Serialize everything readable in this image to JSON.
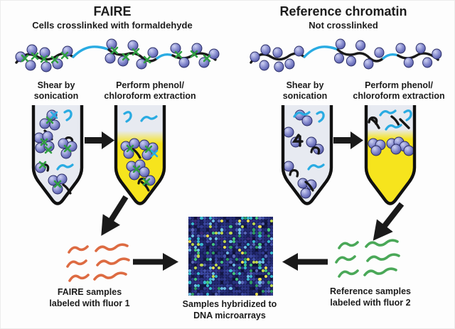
{
  "colors": {
    "fluor1": "#dd6b42",
    "fluor2": "#4aa858",
    "phenol": "#f6e41d",
    "dna_open": "#29abe2",
    "crosslink": "#2f9e41",
    "backbone": "#1a1a1a",
    "tube_fill": "#e7eaf1",
    "array_bg": "#141845"
  },
  "faire": {
    "title": "FAIRE",
    "subtitle": "Cells crosslinked with formaldehyde",
    "shear_line1": "Shear by",
    "shear_line2": "sonication",
    "extract_line1": "Perform phenol/",
    "extract_line2": "chloroform extraction",
    "sample_line1": "FAIRE samples",
    "sample_line2": "labeled with fluor 1"
  },
  "reference": {
    "title": "Reference chromatin",
    "subtitle": "Not crosslinked",
    "shear_line1": "Shear by",
    "shear_line2": "sonication",
    "extract_line1": "Perform phenol/",
    "extract_line2": "chloroform extraction",
    "sample_line1": "Reference samples",
    "sample_line2": "labeled with fluor 2"
  },
  "center": {
    "array_line1": "Samples hybridized to",
    "array_line2": "DNA microarrays"
  },
  "microarray": {
    "cols": 29,
    "rows": 27,
    "palette": [
      "#232a72",
      "#2a327f",
      "#2a327f",
      "#333c92",
      "#232a72",
      "#1b2160",
      "#3a47a0",
      "#2e3787",
      "#232a72",
      "#141845",
      "#3a2a78",
      "#4656ae",
      "#2a327f",
      "#1b2160",
      "#333c92",
      "#0f1238",
      "#38bcd0",
      "#2a327f",
      "#45c87e",
      "#bfd94e",
      "#232a72",
      "#5a68b8",
      "#1b2160",
      "#e8e04e",
      "#333c92",
      "#2e9e63",
      "#232a72",
      "#6fc0e8",
      "#2a327f",
      "#141845"
    ]
  }
}
